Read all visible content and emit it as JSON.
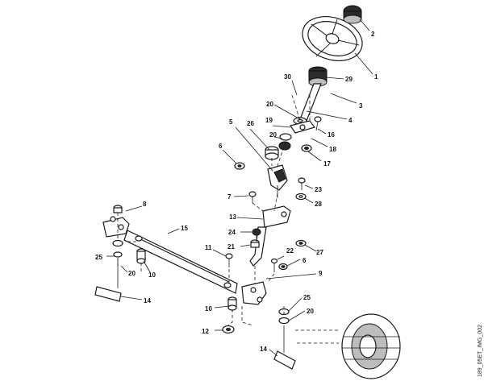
{
  "image_code": "189_05ET_IMG_002",
  "callouts": {
    "c1": "1",
    "c2": "2",
    "c3": "3",
    "c4": "4",
    "c5": "5",
    "c6a": "6",
    "c6b": "6",
    "c7": "7",
    "c8": "8",
    "c9": "9",
    "c10a": "10",
    "c10b": "10",
    "c11": "11",
    "c12": "12",
    "c13": "13",
    "c14a": "14",
    "c14b": "14",
    "c15": "15",
    "c16": "16",
    "c17": "17",
    "c18": "18",
    "c19": "19",
    "c20a": "20",
    "c20b": "20",
    "c20c": "20",
    "c20d": "20",
    "c21": "21",
    "c22": "22",
    "c23": "23",
    "c24": "24",
    "c25a": "25",
    "c25b": "25",
    "c26": "26",
    "c27": "27",
    "c28": "28",
    "c29": "29",
    "c30": "30"
  },
  "colors": {
    "line": "#1a1a1a",
    "background": "#ffffff",
    "shade": "#bdbdbd",
    "dark": "#2b2b2b"
  }
}
